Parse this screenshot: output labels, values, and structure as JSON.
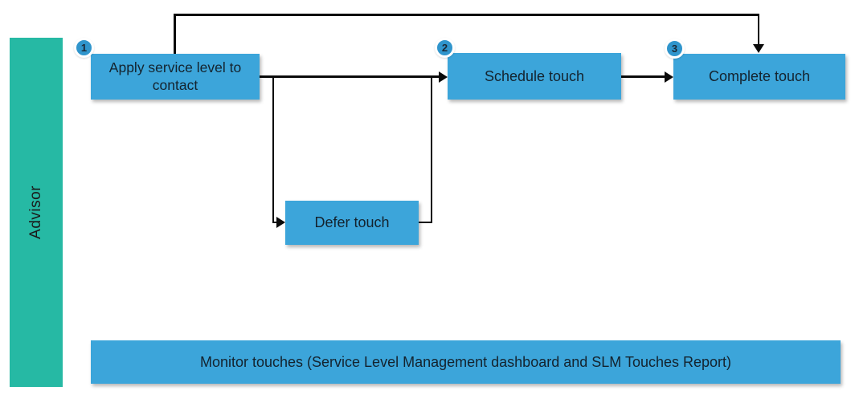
{
  "lane": {
    "label": "Advisor"
  },
  "nodes": {
    "apply": {
      "badge": "1",
      "label": "Apply service level to contact"
    },
    "schedule": {
      "badge": "2",
      "label": "Schedule touch"
    },
    "complete": {
      "badge": "3",
      "label": "Complete touch"
    },
    "defer": {
      "label": "Defer touch"
    },
    "monitor": {
      "label": "Monitor touches (Service Level Management dashboard and SLM Touches Report)"
    }
  },
  "colors": {
    "node_blue": "#3ca5da",
    "badge_blue": "#3095cc",
    "lane_teal": "#26b9a4",
    "connector_black": "#0a0a0a",
    "text_dark": "#14232e"
  }
}
